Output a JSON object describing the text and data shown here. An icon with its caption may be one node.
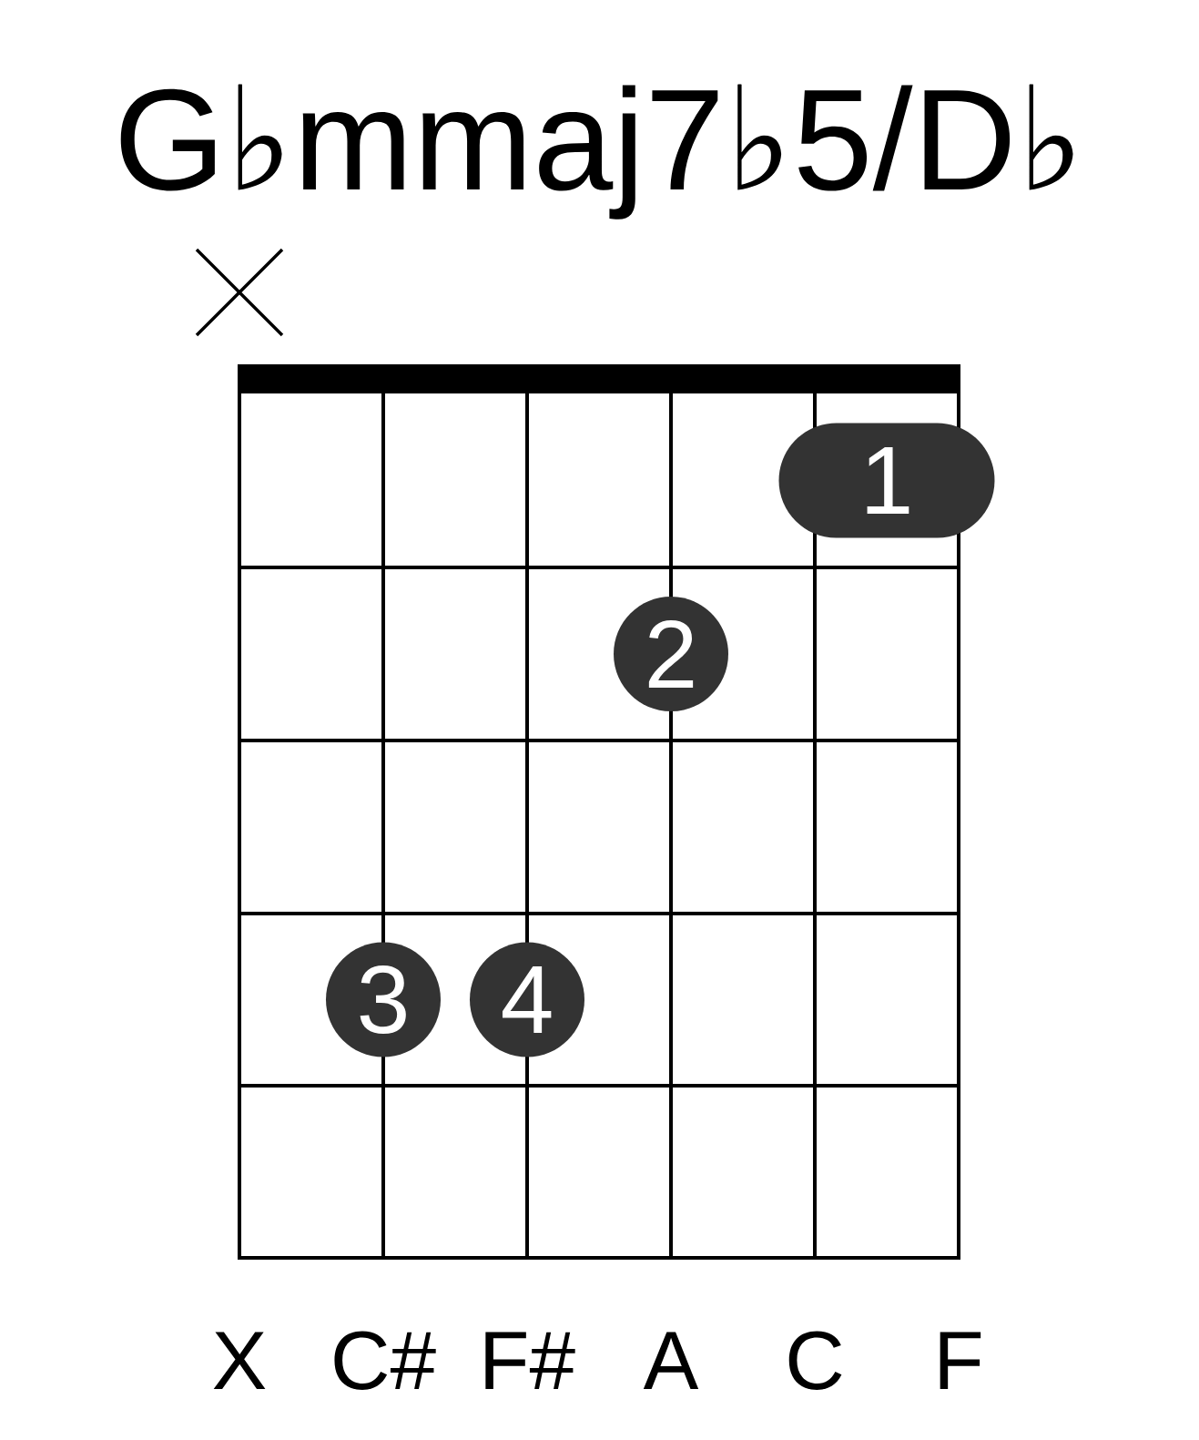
{
  "diagram": {
    "title": "G♭mmaj7♭5/D♭",
    "nodes": [
      {
        "text": [
          "1"
        ]
      },
      {
        "text": [
          "2"
        ]
      },
      {
        "text": [
          "3"
        ]
      },
      {
        "text": [
          "4"
        ]
      }
    ],
    "labels": [
      "X",
      "C#",
      "F#",
      "A",
      "C",
      "F"
    ]
  }
}
